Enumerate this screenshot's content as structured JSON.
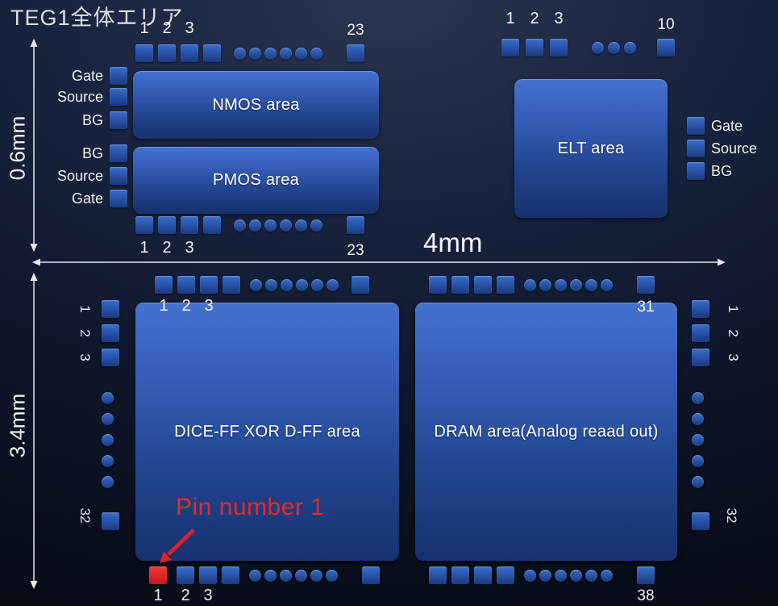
{
  "title": "TEG1全体エリア",
  "dimensions": {
    "top_section_height": "0.6mm",
    "bottom_section_height": "3.4mm",
    "chip_width": "4mm"
  },
  "areas": {
    "nmos": "NMOS area",
    "pmos": "PMOS area",
    "elt": "ELT area",
    "dice": "DICE-FF XOR D-FF area",
    "dram": "DRAM area(Analog reaad out)"
  },
  "pin_labels": {
    "nmos_top": [
      "1",
      "2",
      "3"
    ],
    "nmos_top_end": "23",
    "pmos_bottom": [
      "1",
      "2",
      "3"
    ],
    "pmos_bottom_end": "23",
    "elt_top": [
      "1",
      "2",
      "3"
    ],
    "elt_top_end": "10",
    "nmos_side": [
      "Gate",
      "Source",
      "BG"
    ],
    "pmos_side": [
      "BG",
      "Source",
      "Gate"
    ],
    "elt_side": [
      "Gate",
      "Source",
      "BG"
    ],
    "dice_top": [
      "1",
      "2",
      "3"
    ],
    "dram_top_end": "31",
    "dice_bottom": [
      "1",
      "2",
      "3"
    ],
    "dram_bottom_end": "38",
    "west_col": [
      "1",
      "2",
      "3"
    ],
    "west_col_end": "32",
    "east_col": [
      "1",
      "2",
      "3"
    ],
    "east_col_end": "32"
  },
  "annotation": {
    "pin1_label": "Pin number 1"
  },
  "pad_rows": {
    "nmos_top": [
      {
        "t": "sq",
        "n": 4,
        "g": 6
      },
      {
        "t": "ci",
        "n": 6,
        "g": 4,
        "lead": 16
      },
      {
        "t": "sq",
        "n": 1,
        "lead": 30
      }
    ],
    "pmos_bottom": [
      {
        "t": "sq",
        "n": 4,
        "g": 6
      },
      {
        "t": "ci",
        "n": 6,
        "g": 4,
        "lead": 16
      },
      {
        "t": "sq",
        "n": 1,
        "lead": 30
      }
    ],
    "elt_top": [
      {
        "t": "sq",
        "n": 3,
        "g": 8
      },
      {
        "t": "ci",
        "n": 3,
        "g": 5,
        "lead": 30
      },
      {
        "t": "sq",
        "n": 1,
        "lead": 26
      }
    ],
    "dice_top": [
      {
        "t": "sq",
        "n": 4,
        "g": 6
      },
      {
        "t": "ci",
        "n": 6,
        "g": 4,
        "lead": 12
      },
      {
        "t": "sq",
        "n": 1,
        "lead": 16
      }
    ],
    "dram_top": [
      {
        "t": "sq",
        "n": 4,
        "g": 6
      },
      {
        "t": "ci",
        "n": 6,
        "g": 4,
        "lead": 12
      },
      {
        "t": "sq",
        "n": 1,
        "lead": 30
      }
    ],
    "dice_bottom": [
      {
        "t": "sq",
        "n": 1,
        "red": true
      },
      {
        "t": "sq",
        "n": 3,
        "g": 6,
        "lead": 12
      },
      {
        "t": "ci",
        "n": 6,
        "g": 4,
        "lead": 12
      },
      {
        "t": "sq",
        "n": 1,
        "lead": 30
      }
    ],
    "dram_bottom": [
      {
        "t": "sq",
        "n": 4,
        "g": 6
      },
      {
        "t": "ci",
        "n": 6,
        "g": 4,
        "lead": 12
      },
      {
        "t": "sq",
        "n": 1,
        "lead": 30
      }
    ],
    "west_col": [
      {
        "t": "sq",
        "n": 3,
        "g": 8
      },
      {
        "t": "ci",
        "n": 5,
        "g": 11,
        "lead": 32
      },
      {
        "t": "sq",
        "n": 1,
        "lead": 30
      }
    ],
    "east_col": [
      {
        "t": "sq",
        "n": 3,
        "g": 8
      },
      {
        "t": "ci",
        "n": 5,
        "g": 11,
        "lead": 32
      },
      {
        "t": "sq",
        "n": 1,
        "lead": 30
      }
    ]
  },
  "colors": {
    "background_top": "#2b3550",
    "background_bottom": "#04070f",
    "area_blue_top": "#4472ce",
    "area_blue_bottom": "#16316e",
    "pad_blue": "#2853a8",
    "accent_red": "#e8282c",
    "text": "#f2f3f5"
  }
}
